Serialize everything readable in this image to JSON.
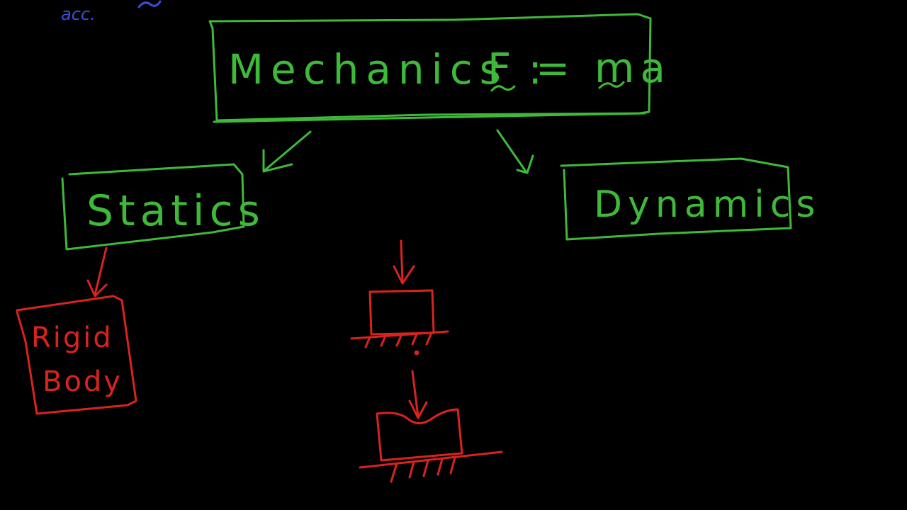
{
  "colors": {
    "background": "#000000",
    "green": "#3fb93a",
    "red": "#d9231f",
    "blue": "#3a4fd8"
  },
  "corner_note": "acc.",
  "top_box": {
    "label": "Mechanics :",
    "equation": "F = ma"
  },
  "statics_box": {
    "label": "Statics"
  },
  "dynamics_box": {
    "label": "Dynamics"
  },
  "rigid_body_box": {
    "line1": "Rigid",
    "line2": "Body"
  }
}
